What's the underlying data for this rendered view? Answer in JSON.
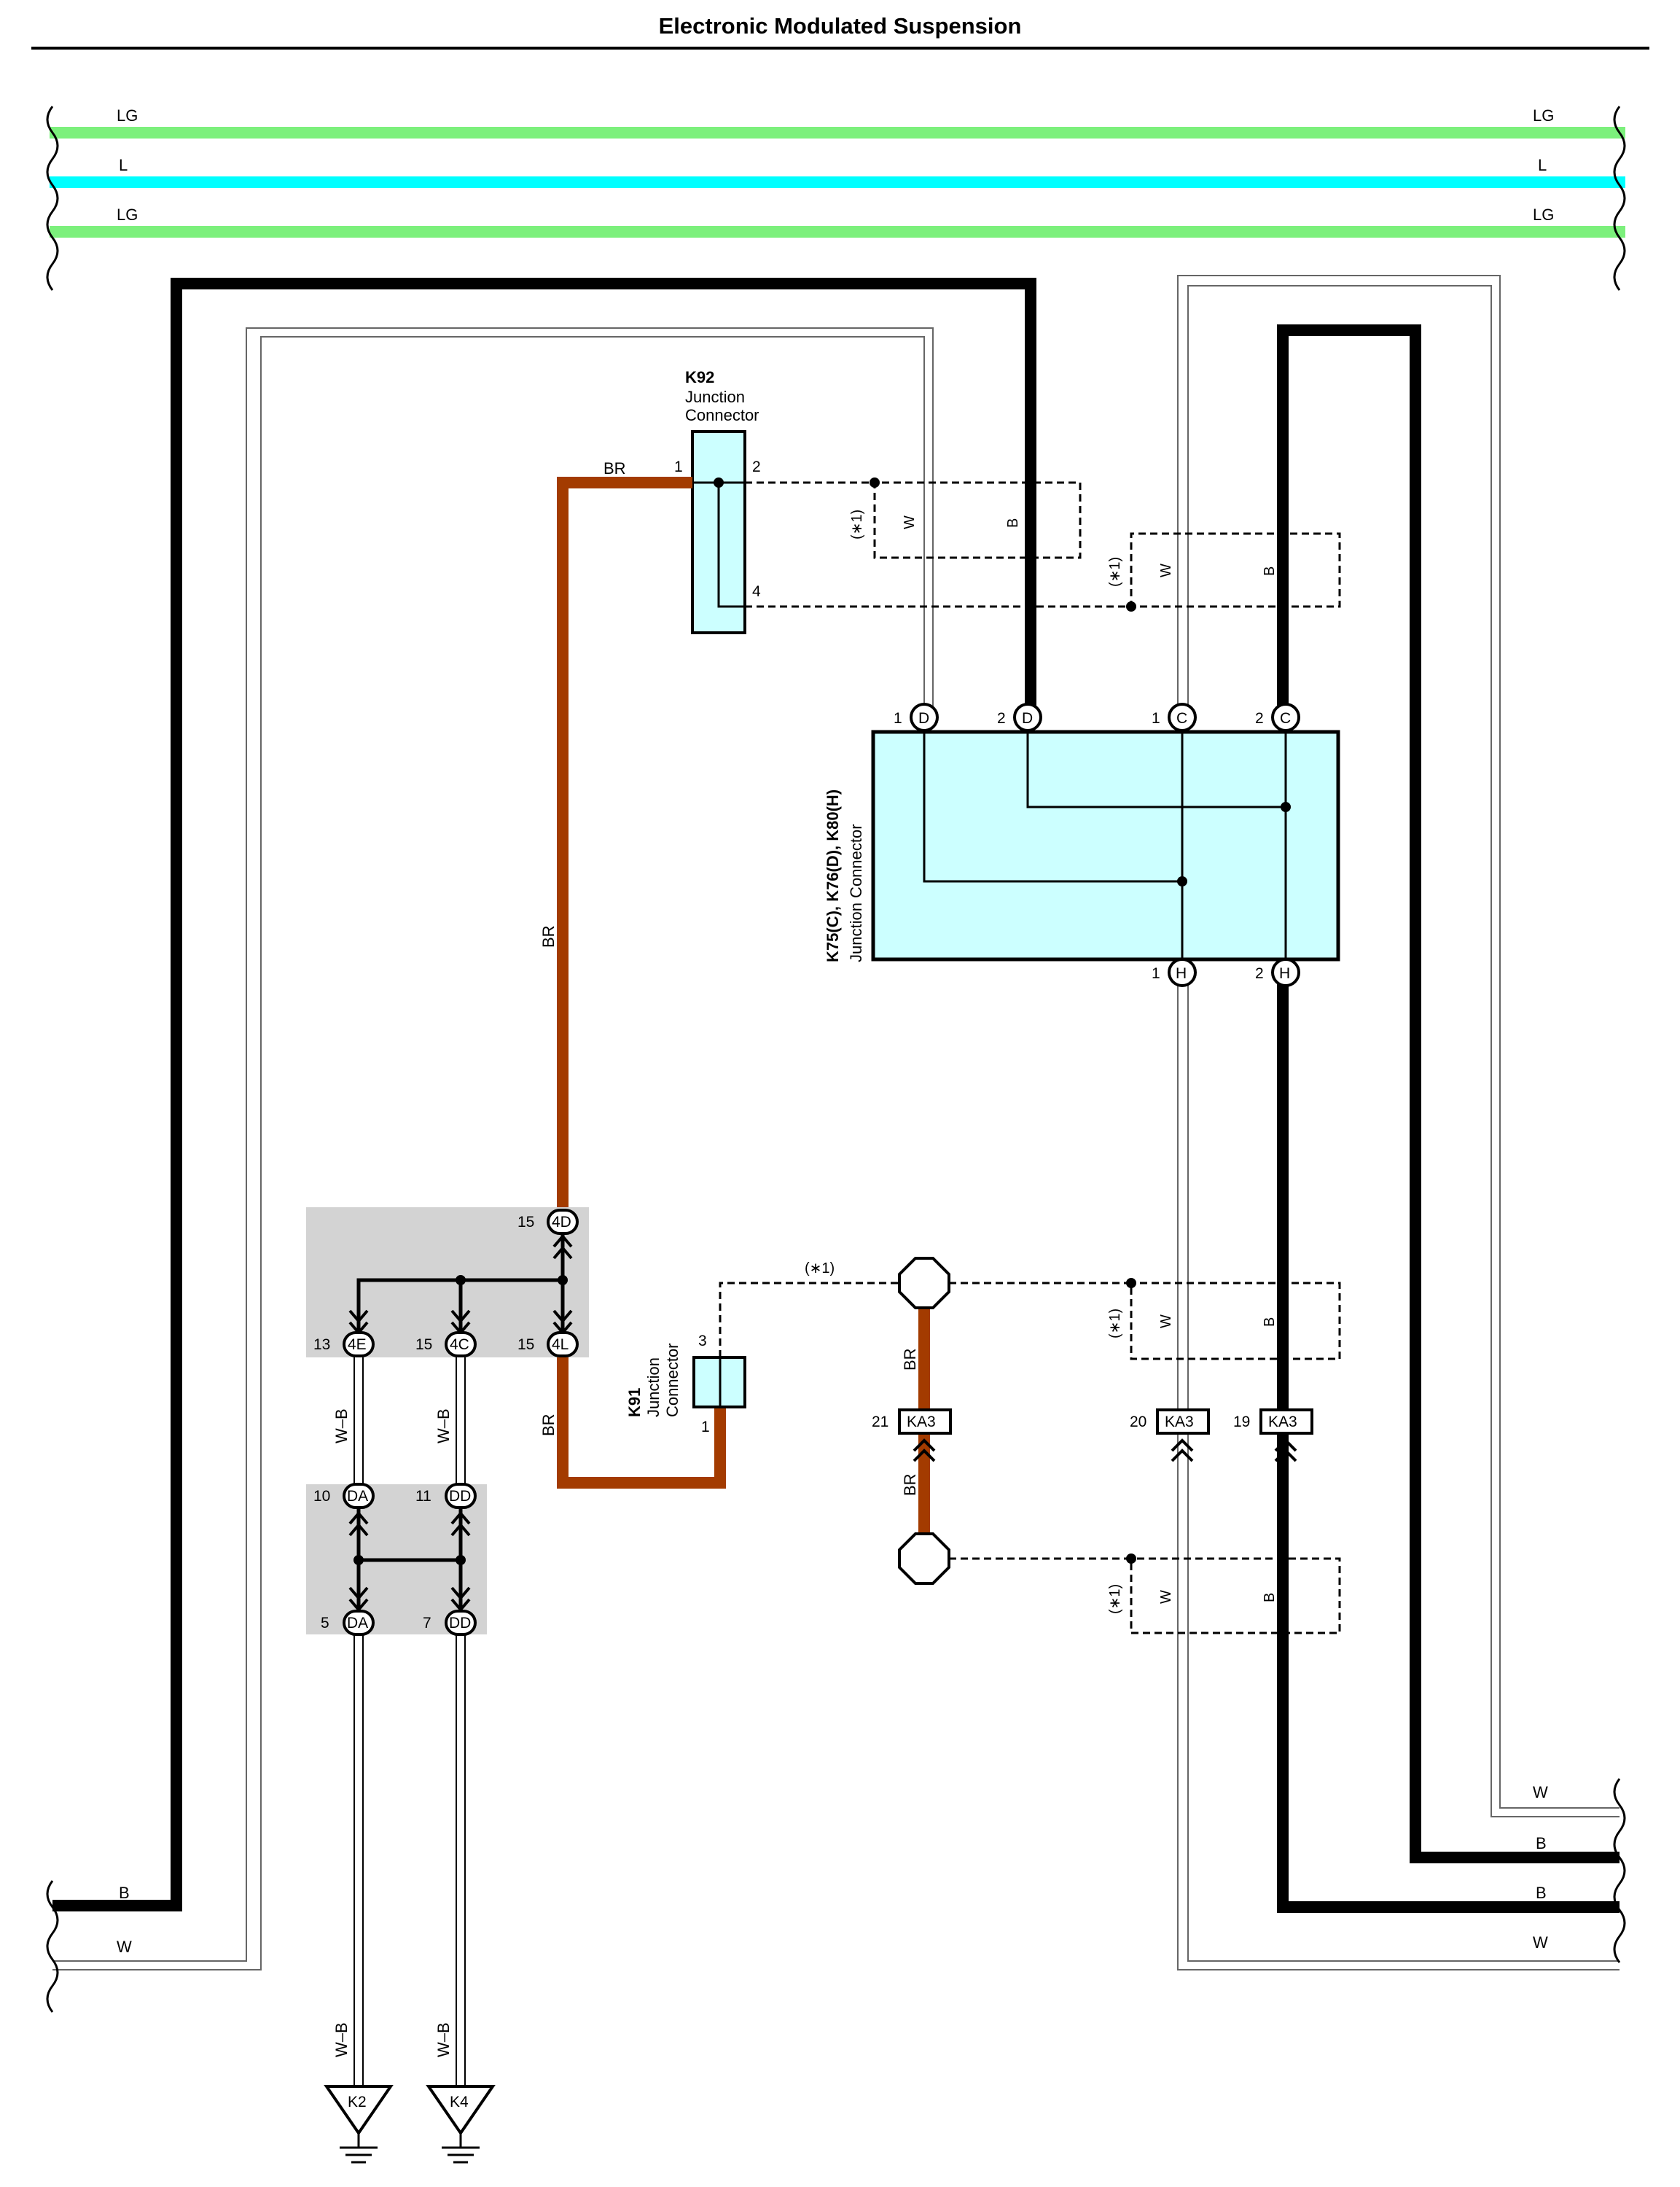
{
  "title": "Electronic Modulated Suspension",
  "colors": {
    "lg_wire": "#7cf07c",
    "l_wire": "#00ffff",
    "br_wire": "#a33b00",
    "b_wire": "#000000",
    "connector_fill": "#ccffff",
    "splice_box_fill": "#d3d3d3"
  },
  "bus_wires": {
    "top": [
      "LG",
      "L",
      "LG"
    ],
    "left_bottom": [
      "B",
      "W"
    ],
    "right_bottom": [
      "W",
      "B",
      "B",
      "W"
    ]
  },
  "connectors": {
    "k92": {
      "code": "K92",
      "name1": "Junction",
      "name2": "Connector",
      "pins": [
        "1",
        "2",
        "4"
      ]
    },
    "k91": {
      "code": "K91",
      "name1": "Junction",
      "name2": "Connector",
      "pins": [
        "3",
        "1"
      ]
    },
    "k75": {
      "name1": "K75(C), K76(D), K80(H)",
      "name2": "Junction Connector",
      "top_pins": [
        {
          "num": "1",
          "id": "D"
        },
        {
          "num": "2",
          "id": "D"
        },
        {
          "num": "1",
          "id": "C"
        },
        {
          "num": "2",
          "id": "C"
        }
      ],
      "bottom_pins": [
        {
          "num": "1",
          "id": "H"
        },
        {
          "num": "2",
          "id": "H"
        }
      ]
    },
    "splice_4": {
      "top": {
        "num": "15",
        "id": "4D"
      },
      "bottom": [
        {
          "num": "13",
          "id": "4E"
        },
        {
          "num": "15",
          "id": "4C"
        },
        {
          "num": "15",
          "id": "4L"
        }
      ]
    },
    "splice_d": {
      "top": [
        {
          "num": "10",
          "id": "DA"
        },
        {
          "num": "11",
          "id": "DD"
        }
      ],
      "bottom": [
        {
          "num": "5",
          "id": "DA"
        },
        {
          "num": "7",
          "id": "DD"
        }
      ]
    },
    "ka3": [
      {
        "num": "21",
        "id": "KA3"
      },
      {
        "num": "20",
        "id": "KA3"
      },
      {
        "num": "19",
        "id": "KA3"
      }
    ]
  },
  "grounds": [
    "K2",
    "K4"
  ],
  "wire_labels": {
    "br": "BR",
    "wb": "W–B",
    "w": "W",
    "b": "B"
  },
  "option_note": "(∗1)"
}
